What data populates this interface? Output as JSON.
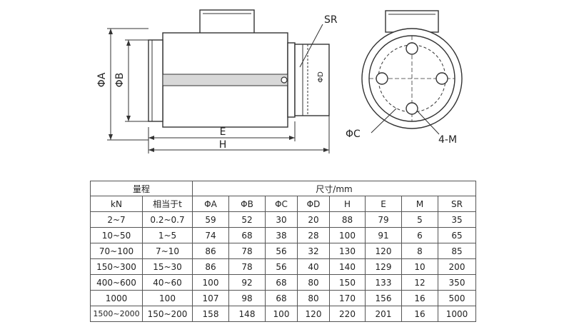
{
  "drawing": {
    "side_labels": {
      "phi_a": "ΦA",
      "phi_b": "ΦB",
      "phi_d": "ΦD",
      "e": "E",
      "h": "H",
      "sr": "SR"
    },
    "end_labels": {
      "phi_c": "ΦC",
      "holes": "4-M"
    }
  },
  "table": {
    "group_headers": [
      "量程",
      "尺寸/mm"
    ],
    "column_headers": [
      "kN",
      "相当于t",
      "ΦA",
      "ΦB",
      "ΦC",
      "ΦD",
      "H",
      "E",
      "M",
      "SR"
    ],
    "rows": [
      [
        "2~7",
        "0.2~0.7",
        "59",
        "52",
        "30",
        "20",
        "88",
        "79",
        "5",
        "35"
      ],
      [
        "10~50",
        "1~5",
        "74",
        "68",
        "38",
        "28",
        "100",
        "91",
        "6",
        "65"
      ],
      [
        "70~100",
        "7~10",
        "86",
        "78",
        "56",
        "32",
        "130",
        "120",
        "8",
        "85"
      ],
      [
        "150~300",
        "15~30",
        "86",
        "78",
        "56",
        "40",
        "140",
        "129",
        "10",
        "200"
      ],
      [
        "400~600",
        "40~60",
        "100",
        "92",
        "68",
        "80",
        "150",
        "133",
        "12",
        "350"
      ],
      [
        "1000",
        "100",
        "107",
        "98",
        "68",
        "80",
        "170",
        "156",
        "16",
        "500"
      ],
      [
        "1500~2000",
        "150~200",
        "158",
        "148",
        "100",
        "120",
        "220",
        "201",
        "16",
        "1000"
      ]
    ]
  }
}
